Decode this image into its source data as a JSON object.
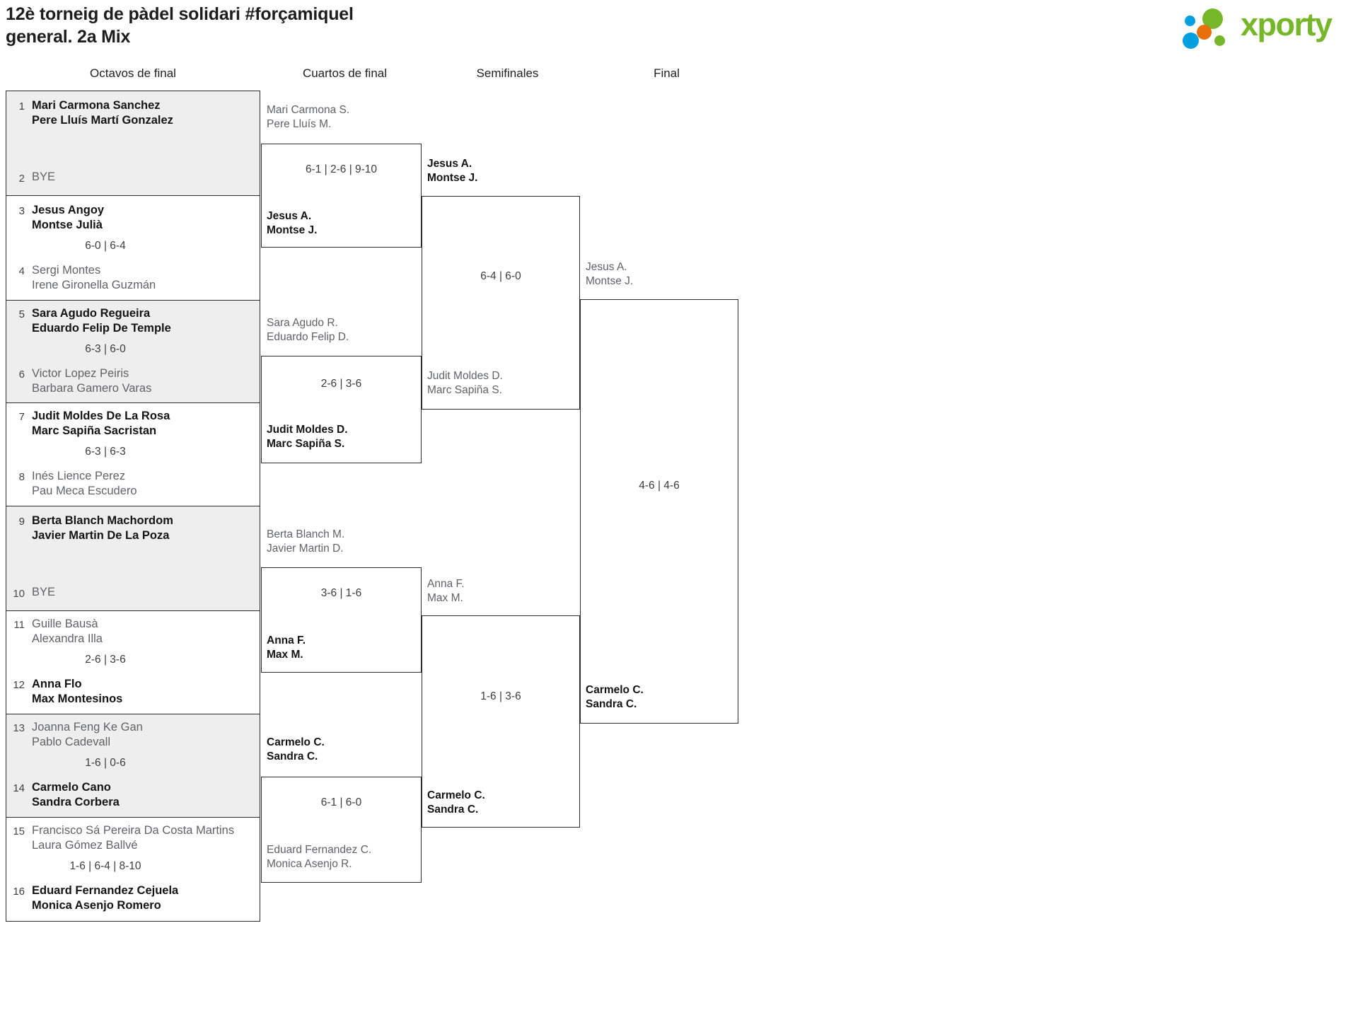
{
  "header": {
    "title_line1": "12è torneig de pàdel solidari #forçamiquel",
    "title_line2": "general. 2a Mix",
    "logo_text": "xporty",
    "logo_colors": {
      "green": "#76b729",
      "blue": "#00a0df",
      "orange": "#e8700a"
    }
  },
  "rounds": [
    {
      "id": "r1",
      "label": "Octavos de final"
    },
    {
      "id": "r2",
      "label": "Cuartos de final"
    },
    {
      "id": "r3",
      "label": "Semifinales"
    },
    {
      "id": "r4",
      "label": "Final"
    }
  ],
  "round1": {
    "matches": [
      {
        "shaded": true,
        "score": "",
        "top": {
          "seed": "1",
          "line1": "Mari Carmona Sanchez",
          "line2": "Pere Lluís Martí Gonzalez",
          "result": "winner"
        },
        "bottom": {
          "seed": "2",
          "line1": "BYE",
          "line2": "",
          "result": "bye"
        }
      },
      {
        "shaded": false,
        "score": "6-0 | 6-4",
        "top": {
          "seed": "3",
          "line1": "Jesus Angoy",
          "line2": "Montse Julià",
          "result": "winner"
        },
        "bottom": {
          "seed": "4",
          "line1": "Sergi Montes",
          "line2": "Irene Gironella Guzmán",
          "result": "loser"
        }
      },
      {
        "shaded": true,
        "score": "6-3 | 6-0",
        "top": {
          "seed": "5",
          "line1": "Sara Agudo Regueira",
          "line2": "Eduardo Felip De Temple",
          "result": "winner"
        },
        "bottom": {
          "seed": "6",
          "line1": "Victor Lopez Peiris",
          "line2": "Barbara Gamero Varas",
          "result": "loser"
        }
      },
      {
        "shaded": false,
        "score": "6-3 | 6-3",
        "top": {
          "seed": "7",
          "line1": "Judit Moldes De La Rosa",
          "line2": "Marc Sapiña Sacristan",
          "result": "winner"
        },
        "bottom": {
          "seed": "8",
          "line1": "Inés Lience Perez",
          "line2": "Pau Meca Escudero",
          "result": "loser"
        }
      },
      {
        "shaded": true,
        "score": "",
        "top": {
          "seed": "9",
          "line1": "Berta Blanch Machordom",
          "line2": "Javier Martin De La Poza",
          "result": "winner"
        },
        "bottom": {
          "seed": "10",
          "line1": "BYE",
          "line2": "",
          "result": "bye"
        }
      },
      {
        "shaded": false,
        "score": "2-6 | 3-6",
        "top": {
          "seed": "11",
          "line1": "Guille Bausà",
          "line2": "Alexandra Illa",
          "result": "loser"
        },
        "bottom": {
          "seed": "12",
          "line1": "Anna Flo",
          "line2": "Max Montesinos",
          "result": "winner"
        }
      },
      {
        "shaded": true,
        "score": "1-6 | 0-6",
        "top": {
          "seed": "13",
          "line1": "Joanna Feng Ke Gan",
          "line2": "Pablo Cadevall",
          "result": "loser"
        },
        "bottom": {
          "seed": "14",
          "line1": "Carmelo Cano",
          "line2": "Sandra Corbera",
          "result": "winner"
        }
      },
      {
        "shaded": false,
        "score": "1-6 | 6-4 | 8-10",
        "top": {
          "seed": "15",
          "line1": "Francisco Sá Pereira Da Costa Martins",
          "line2": "Laura Gómez Ballvé",
          "result": "loser"
        },
        "bottom": {
          "seed": "16",
          "line1": "Eduard Fernandez Cejuela",
          "line2": "Monica Asenjo Romero",
          "result": "winner"
        }
      }
    ]
  },
  "round2": {
    "matches": [
      {
        "score": "6-1 | 2-6 | 9-10",
        "top": {
          "line1": "Mari Carmona S.",
          "line2": "Pere Lluís M.",
          "result": "loser"
        },
        "bottom": {
          "line1": "Jesus A.",
          "line2": "Montse J.",
          "result": "winner"
        }
      },
      {
        "score": "2-6 | 3-6",
        "top": {
          "line1": "Sara Agudo R.",
          "line2": "Eduardo Felip D.",
          "result": "loser"
        },
        "bottom": {
          "line1": "Judit Moldes D.",
          "line2": "Marc Sapiña S.",
          "result": "winner"
        }
      },
      {
        "score": "3-6 | 1-6",
        "top": {
          "line1": "Berta Blanch M.",
          "line2": "Javier Martin D.",
          "result": "loser"
        },
        "bottom": {
          "line1": "Anna F.",
          "line2": "Max M.",
          "result": "winner"
        }
      },
      {
        "score": "6-1 | 6-0",
        "top": {
          "line1": "Carmelo C.",
          "line2": "Sandra C.",
          "result": "winner"
        },
        "bottom": {
          "line1": "Eduard Fernandez C.",
          "line2": "Monica Asenjo R.",
          "result": "loser"
        }
      }
    ]
  },
  "round3": {
    "matches": [
      {
        "score": "6-4 | 6-0",
        "top": {
          "line1": "Jesus A.",
          "line2": "Montse J.",
          "result": "winner"
        },
        "bottom": {
          "line1": "Judit Moldes D.",
          "line2": "Marc Sapiña S.",
          "result": "loser"
        }
      },
      {
        "score": "1-6 | 3-6",
        "top": {
          "line1": "Anna F.",
          "line2": "Max M.",
          "result": "loser"
        },
        "bottom": {
          "line1": "Carmelo C.",
          "line2": "Sandra C.",
          "result": "winner"
        }
      }
    ]
  },
  "round4": {
    "matches": [
      {
        "score": "4-6 | 4-6",
        "top": {
          "line1": "Jesus A.",
          "line2": "Montse J.",
          "result": "loser"
        },
        "bottom": {
          "line1": "Carmelo C.",
          "line2": "Sandra C.",
          "result": "winner"
        }
      }
    ]
  }
}
